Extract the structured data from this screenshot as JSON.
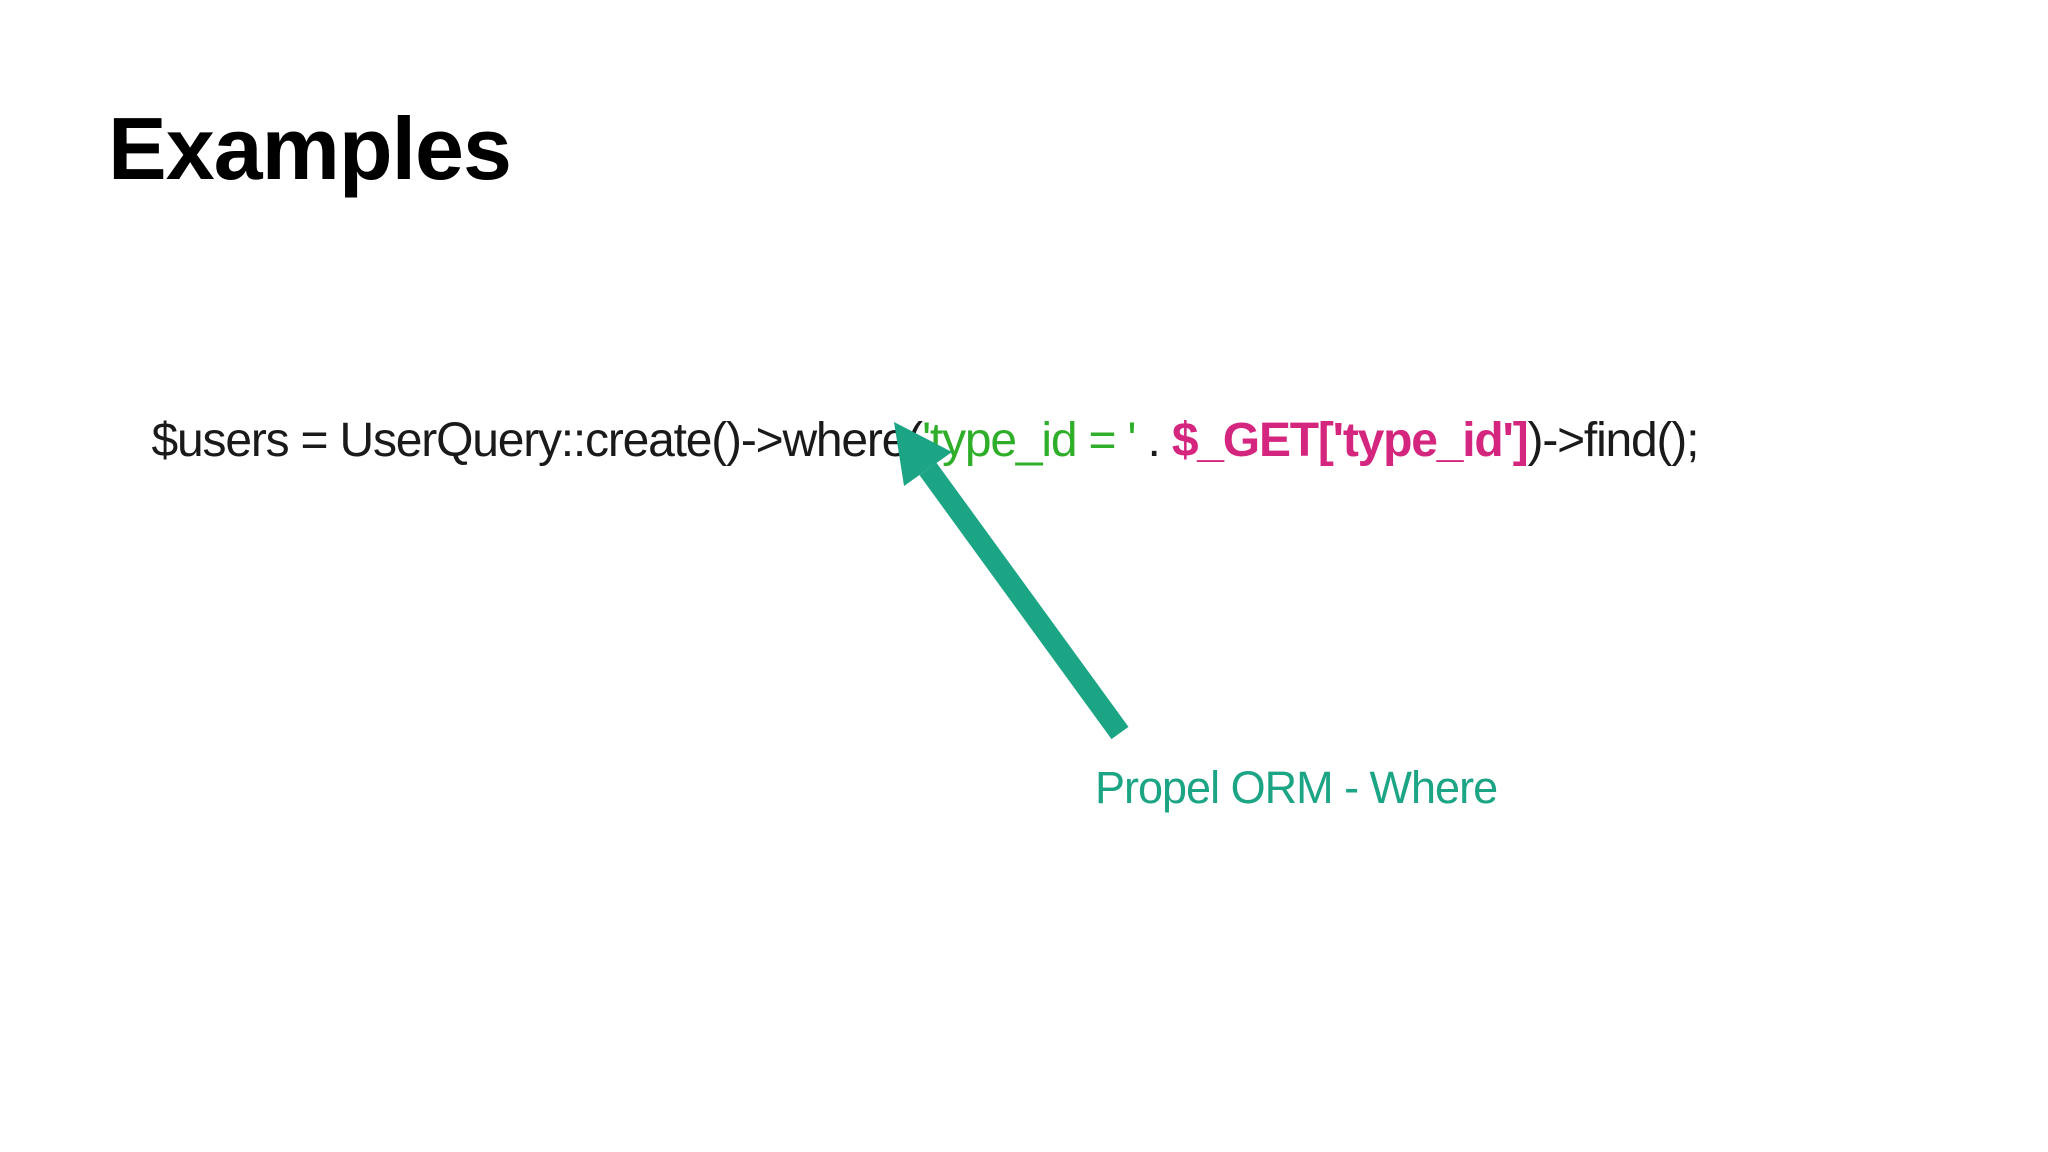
{
  "slide": {
    "title": "Examples",
    "code_line": {
      "segments": [
        {
          "text": "$users = UserQuery::create()->where(",
          "style": "plain"
        },
        {
          "text": "'type_id = '",
          "style": "string-literal"
        },
        {
          "text": " . ",
          "style": "plain"
        },
        {
          "text": "$_GET['type_id']",
          "style": "superglobal-bold"
        },
        {
          "text": ")->find();",
          "style": "plain"
        }
      ]
    },
    "annotation": {
      "label": "Propel ORM - Where"
    },
    "colors": {
      "background": "#ffffff",
      "text": "#000000",
      "code_text": "#1a1a1a",
      "string_green": "#2fae2a",
      "superglobal_pink": "#d4267e",
      "teal": "#1ba584"
    }
  }
}
